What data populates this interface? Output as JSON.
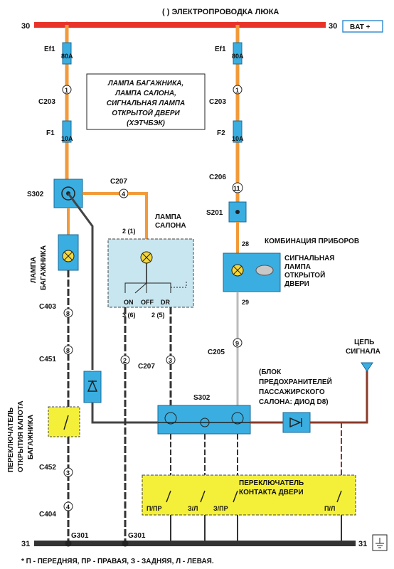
{
  "title": "( ) ЭЛЕКТРОПРОВОДКА ЛЮКА",
  "bus": {
    "left_num": "30",
    "right_num": "30",
    "bat_label": "BAT +",
    "ground_left": "31",
    "ground_right": "31"
  },
  "fuses": {
    "ef1_left_name": "Ef1",
    "ef1_left_rating": "80A",
    "ef1_right_name": "Ef1",
    "ef1_right_rating": "80A",
    "f1_name": "F1",
    "f1_rating": "10A",
    "f2_name": "F2",
    "f2_rating": "10A"
  },
  "connectors": {
    "c203_left": "C203",
    "c203_left_pin": "1",
    "c203_right": "C203",
    "c203_right_pin": "1",
    "c206": "C206",
    "c206_pin": "11",
    "c207_top": "C207",
    "c207_top_pin": "4",
    "c403": "C403",
    "c403_pin": "8",
    "c451": "C451",
    "c451_pin": "8",
    "c452": "C452",
    "c452_pin": "3",
    "c404": "C404",
    "c404_pin": "4",
    "c207_mid": "C207",
    "c207_mid_pin2": "2",
    "c207_mid_pin3": "3",
    "c205": "C205",
    "c205_pin": "9"
  },
  "splices": {
    "s302_top": "S302",
    "s201": "S201",
    "s302_bottom": "S302"
  },
  "notes": {
    "box_line1": "ЛАМПА БАГАЖНИКА,",
    "box_line2": "ЛАМПА САЛОНА,",
    "box_line3": "СИГНАЛЬНАЯ ЛАМПА",
    "box_line4": "ОТКРЫТОЙ ДВЕРИ",
    "box_line5": "(ХЭТЧБЭК)"
  },
  "lamps": {
    "trunk_line1": "ЛАМПА",
    "trunk_line2": "БАГАЖНИКА",
    "cabin_line1": "ЛАМПА",
    "cabin_line2": "САЛОНА",
    "cabin_pin_top": "2 (1)",
    "cabin_pin_b1": "3 (6)",
    "cabin_pin_b2": "2 (5)",
    "sw_on": "ON",
    "sw_off": "OFF",
    "sw_dr": "DR",
    "cluster_title": "КОМБИНАЦИЯ ПРИБОРОВ",
    "cluster_pin_top": "28",
    "cluster_pin_bottom": "29",
    "door_line1": "СИГНАЛЬНАЯ",
    "door_line2": "ЛАМПА",
    "door_line3": "ОТКРЫТОЙ",
    "door_line4": "ДВЕРИ"
  },
  "switches": {
    "hood_line1": "ПЕРЕКЛЮЧАТЕЛЬ",
    "hood_line2": "ОТКРЫТИЯ КАПОТА",
    "hood_line3": "БАГАЖНИКА",
    "door_line1": "ПЕРЕКЛЮЧАТЕЛЬ",
    "door_line2": "КОНТАКТА ДВЕРИ",
    "pos1": "П/ПР",
    "pos2": "З/Л",
    "pos3": "З/ПР",
    "pos4": "П/Л"
  },
  "signal": {
    "line1": "ЦЕПЬ",
    "line2": "СИГНАЛА"
  },
  "fuse_block": {
    "line1": "(БЛОК",
    "line2": "ПРЕДОХРАНИТЕЛЕЙ",
    "line3": "ПАССАЖИРСКОГО",
    "line4": "САЛОНА: ДИОД D8)"
  },
  "grounds": {
    "g301_left": "G301",
    "g301_right": "G301"
  },
  "footnote": "* П - ПЕРЕДНЯЯ, ПР - ПРАВАЯ, З - ЗАДНЯЯ, Л - ЛЕВАЯ.",
  "colors": {
    "battery_bus": "#e8332a",
    "orange_wire": "#f29a3a",
    "dark_wire": "#444444",
    "brown_wire": "#8a3a2a",
    "component_fill": "#3aaee0",
    "switch_fill": "#f4f03a",
    "box_fill": "#c8e6f0",
    "lamp_fill": "#f4d83a"
  }
}
